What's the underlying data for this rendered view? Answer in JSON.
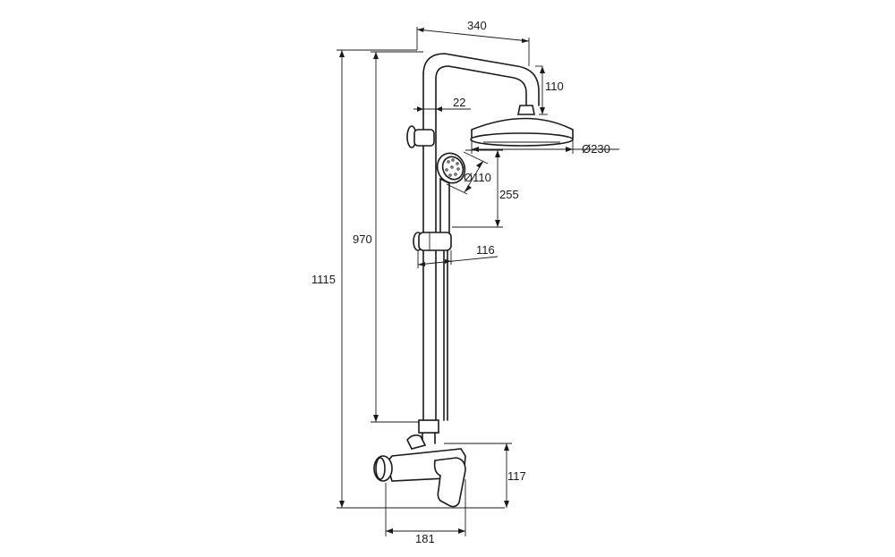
{
  "dimensions": {
    "head_arm_length": "340",
    "head_drop": "110",
    "rail_offset": "22",
    "head_diameter": "Ø230",
    "hand_diameter": "Ø110",
    "hand_drop": "255",
    "rail_height": "970",
    "holder_offset": "116",
    "total_height": "1115",
    "mixer_height": "117",
    "mixer_width": "181"
  }
}
